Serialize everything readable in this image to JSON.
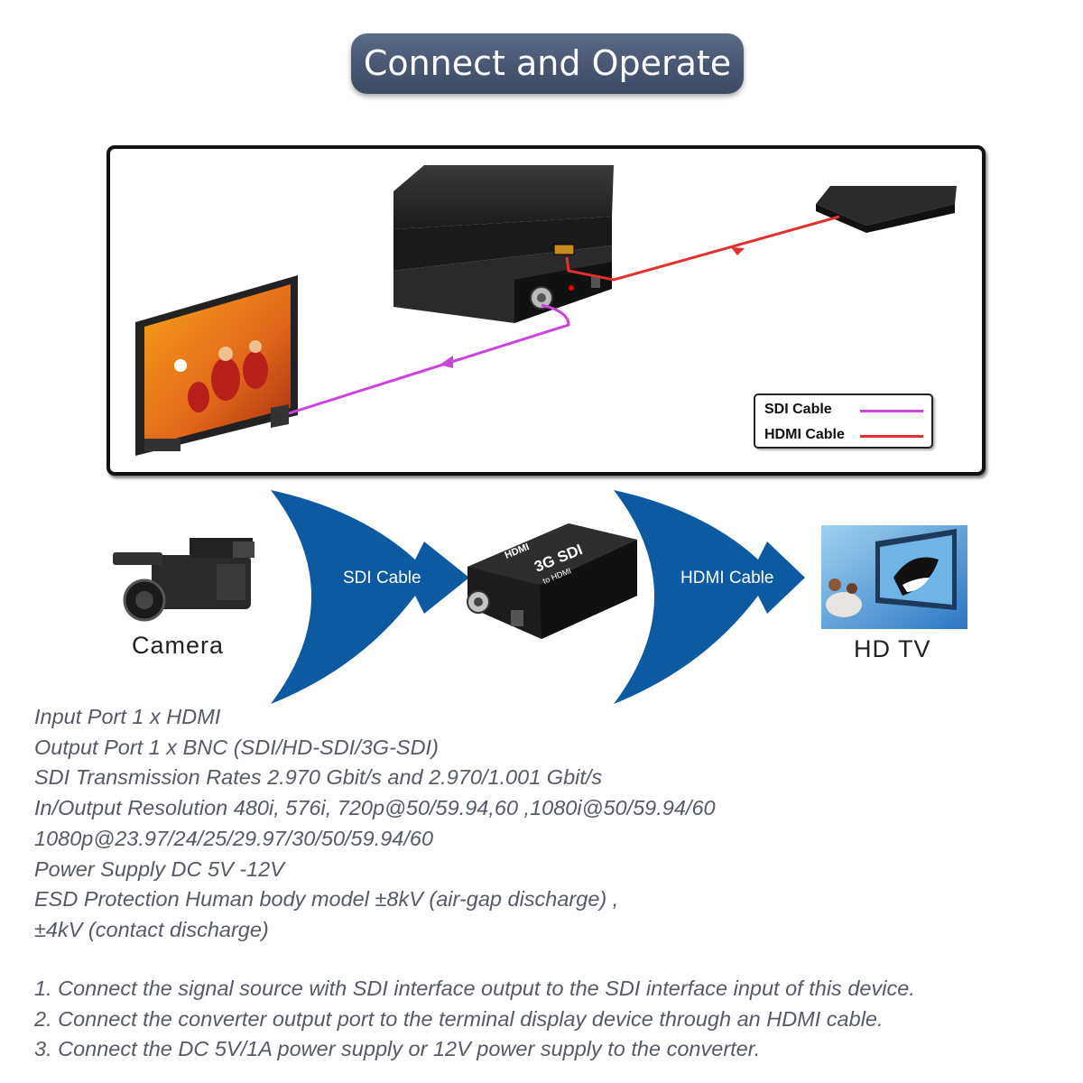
{
  "title": "Connect and Operate",
  "legend": {
    "sdi_label": "SDI Cable",
    "hdmi_label": "HDMI Cable",
    "sdi_color": "#cc44dd",
    "hdmi_color": "#e03030"
  },
  "flow": {
    "source_caption": "Camera",
    "sink_caption": "HD TV",
    "arrow1_label": "SDI Cable",
    "arrow2_label": "HDMI Cable",
    "arrow_color": "#0e5aa0"
  },
  "product_labels": {
    "brand": "HDMI",
    "model": "3G SDI",
    "sub": "to HDMI"
  },
  "specs": [
    "Input Port 1 x HDMI",
    "Output Port 1 x BNC (SDI/HD-SDI/3G-SDI)",
    "SDI Transmission Rates 2.970 Gbit/s and 2.970/1.001 Gbit/s",
    "In/Output Resolution 480i, 576i, 720p@50/59.94,60 ,1080i@50/59.94/60",
    "1080p@23.97/24/25/29.97/30/50/59.94/60",
    "Power Supply DC 5V -12V",
    "ESD Protection Human body model ±8kV (air-gap discharge) ,",
    "±4kV (contact discharge)"
  ],
  "steps": [
    "1. Connect the signal source with SDI interface output to the SDI interface input of this device.",
    "2. Connect the converter output port to the terminal display device through an HDMI cable.",
    "3. Connect the DC 5V/1A power supply or 12V power supply to the converter."
  ]
}
